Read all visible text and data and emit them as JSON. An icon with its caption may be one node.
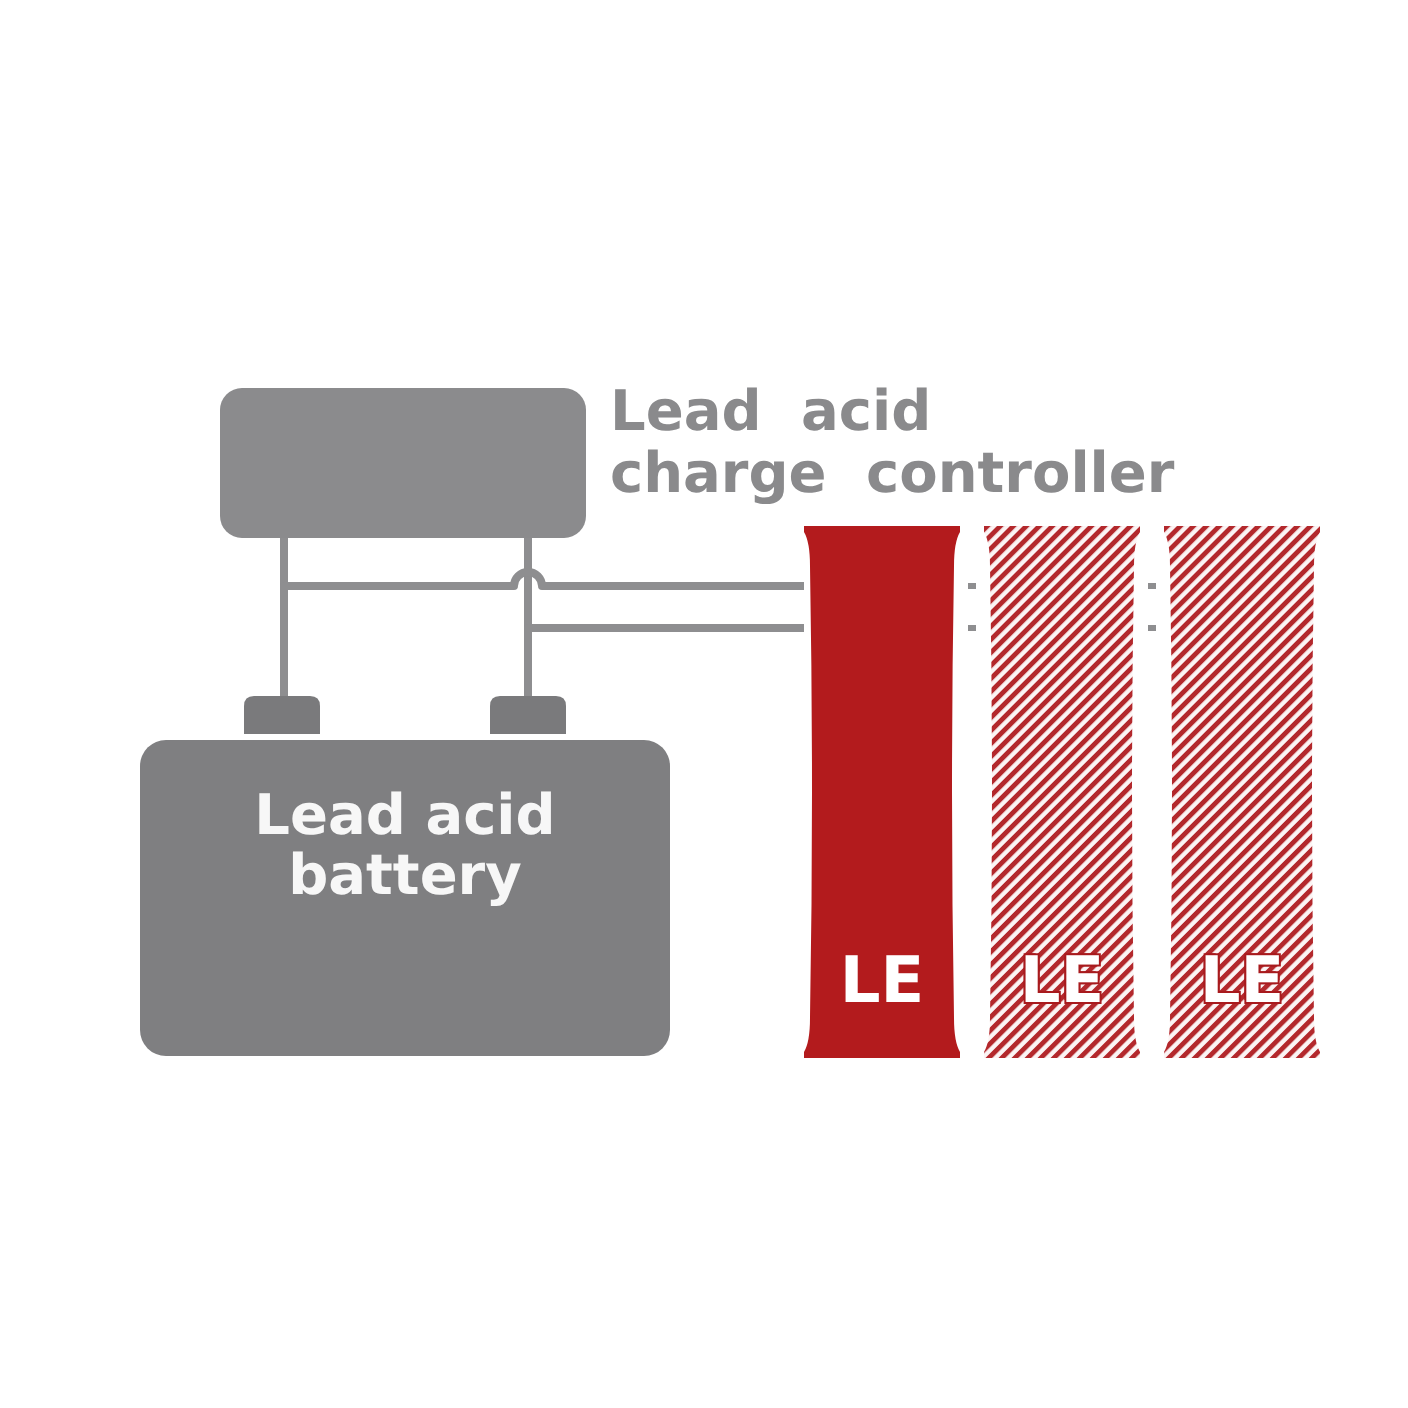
{
  "diagram": {
    "nodes": [
      {
        "text": [
          "Lead acid charge controller"
        ]
      },
      {
        "text": [
          "Lead acid battery"
        ]
      },
      {
        "text": [
          "LE"
        ]
      },
      {
        "text": [
          "LE"
        ]
      },
      {
        "text": [
          "LE"
        ]
      }
    ],
    "edges": [
      {
        "from": 0,
        "to": 1,
        "arrow": "none"
      },
      {
        "from": 0,
        "to": 1,
        "arrow": "none"
      },
      {
        "from": 1,
        "to": 2,
        "arrow": "none"
      },
      {
        "from": 1,
        "to": 2,
        "arrow": "none"
      },
      {
        "from": 2,
        "to": 3,
        "arrow": "none",
        "style": "dashed"
      },
      {
        "from": 2,
        "to": 3,
        "arrow": "none",
        "style": "dashed"
      },
      {
        "from": 3,
        "to": 4,
        "arrow": "none",
        "style": "dashed"
      },
      {
        "from": 3,
        "to": 4,
        "arrow": "none",
        "style": "dashed"
      }
    ]
  }
}
